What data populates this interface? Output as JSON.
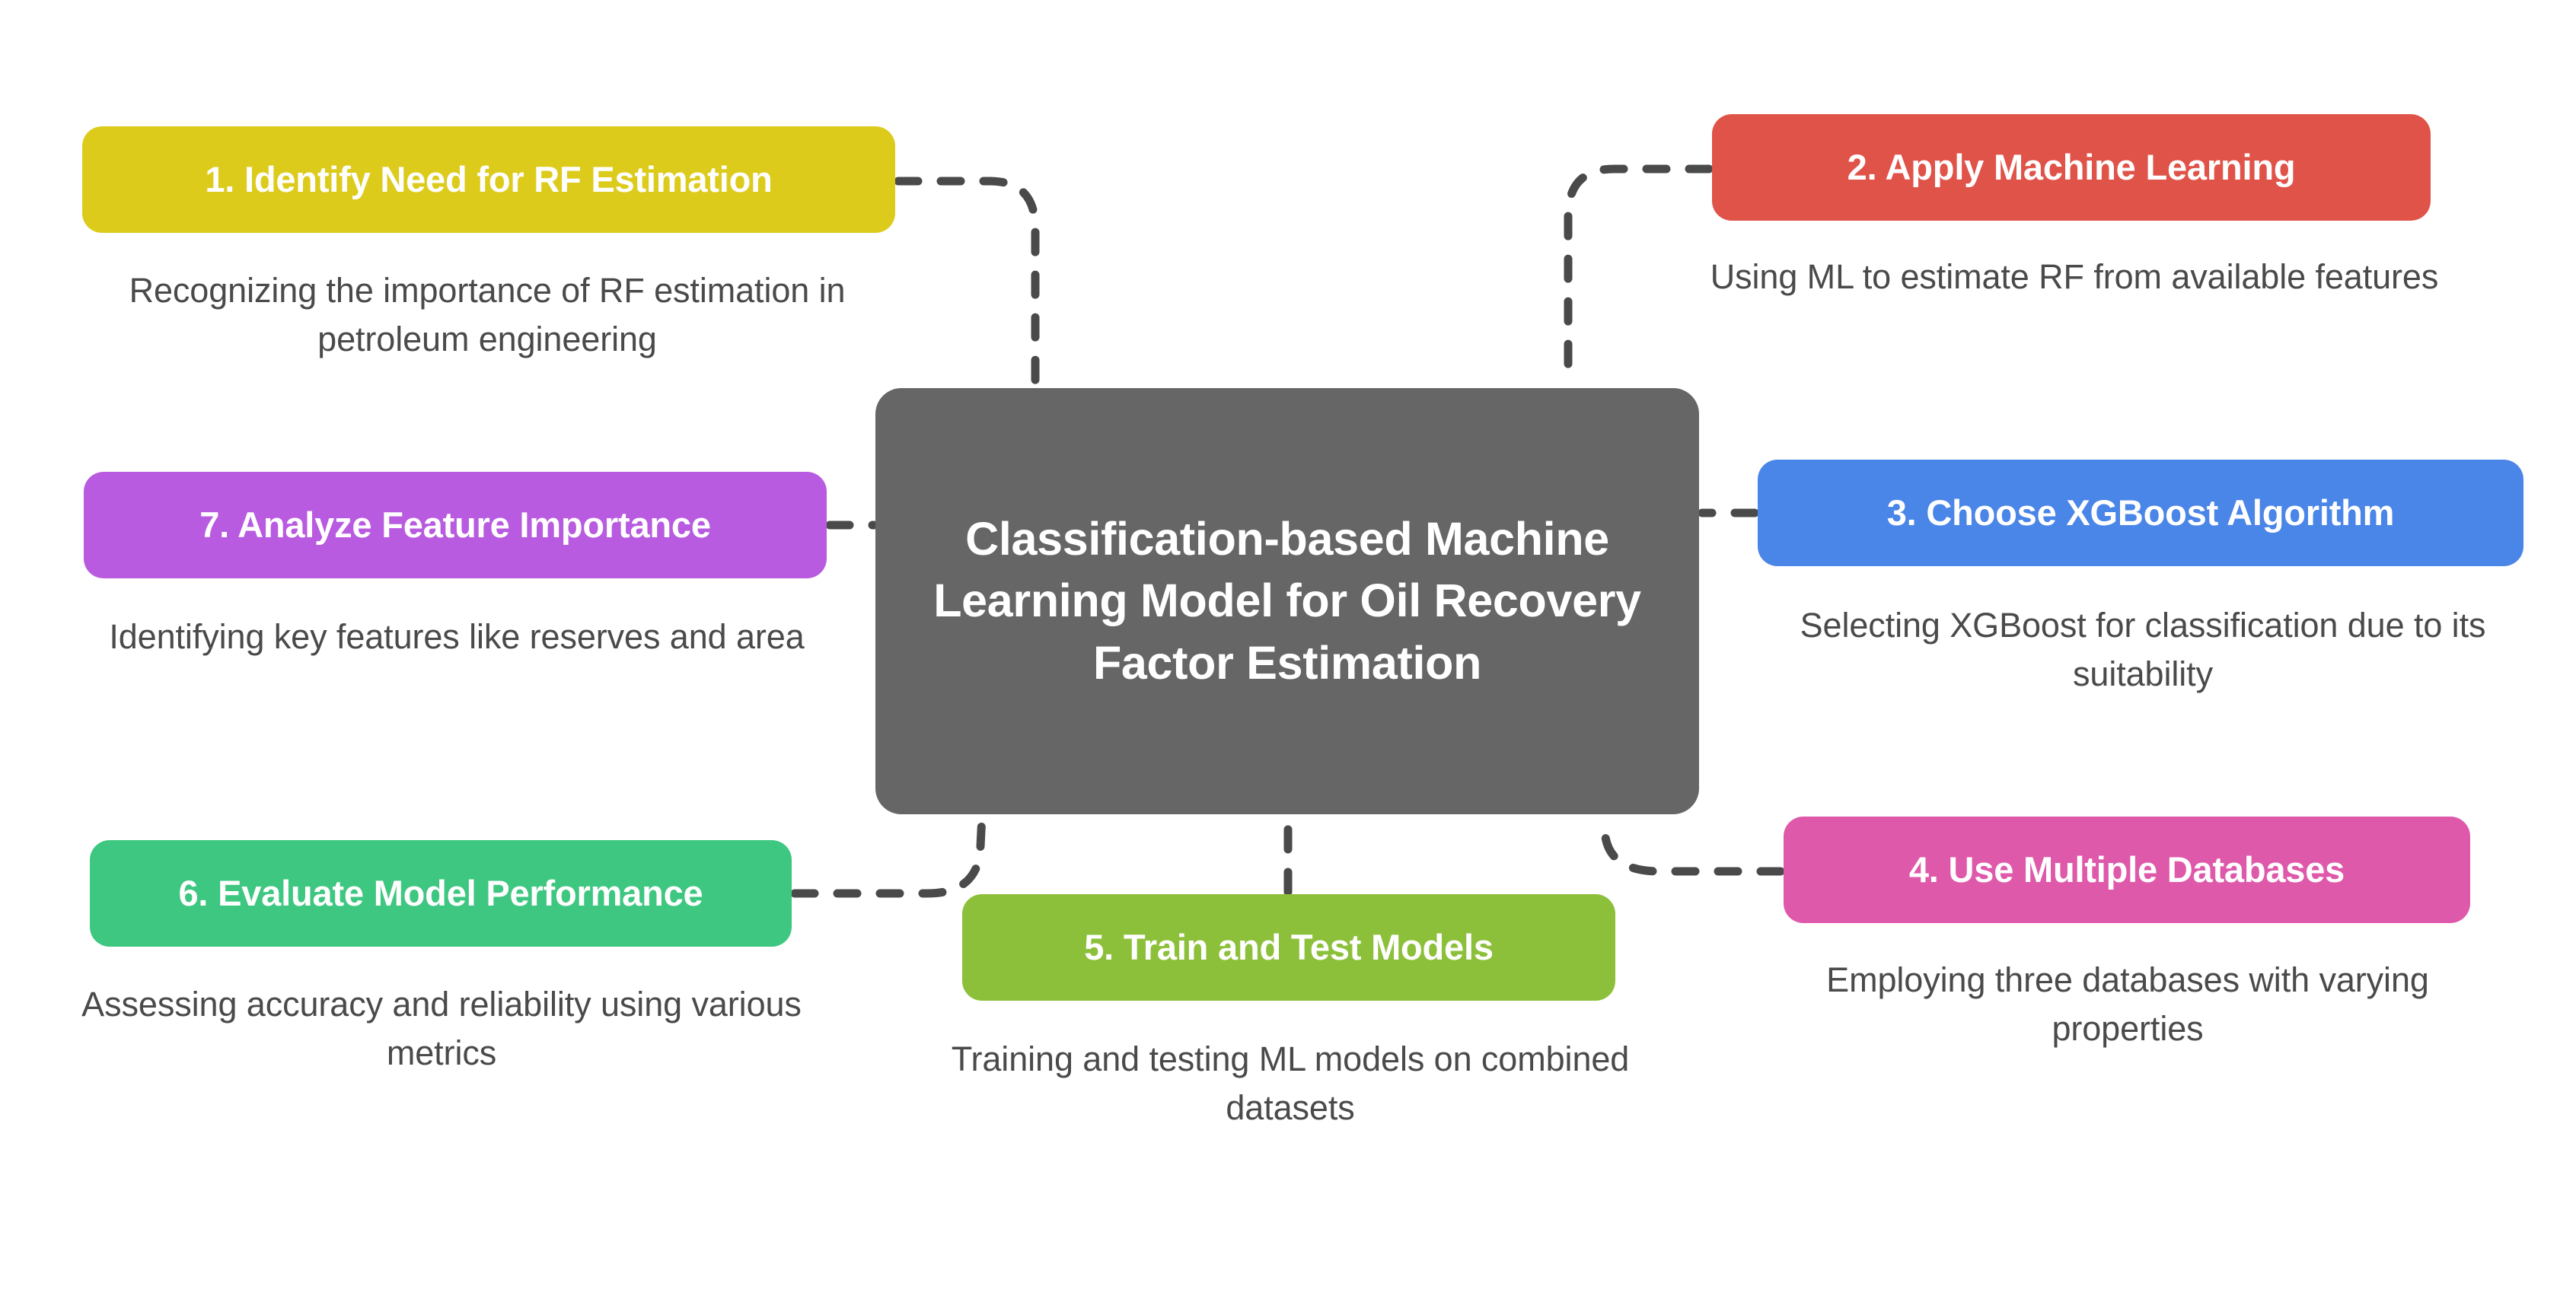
{
  "diagram": {
    "type": "mind-map",
    "background_color": "#FFFFFF",
    "connector_color": "#4A4A4A",
    "connector_style": "dashed-curved",
    "center": {
      "id": "center",
      "title": "Classification-based Machine Learning Model for Oil Recovery Factor Estimation",
      "color": "#666666",
      "text_color": "#FFFFFF"
    },
    "branches": [
      {
        "id": "node-1",
        "label": "1. Identify Need for RF Estimation",
        "description": "Recognizing the importance of RF estimation in petroleum engineering",
        "color": "#DDCB1C",
        "text_color": "#FFFFFF",
        "position": "top-left"
      },
      {
        "id": "node-2",
        "label": "2. Apply Machine Learning",
        "description": "Using ML to estimate RF from available features",
        "color": "#E05349",
        "text_color": "#FFFFFF",
        "position": "top-right"
      },
      {
        "id": "node-3",
        "label": "3. Choose XGBoost Algorithm",
        "description": "Selecting XGBoost for classification due to its suitability",
        "color": "#4A85E8",
        "text_color": "#FFFFFF",
        "position": "middle-right"
      },
      {
        "id": "node-4",
        "label": "4. Use Multiple Databases",
        "description": "Employing three databases with varying properties",
        "color": "#DF59AB",
        "text_color": "#FFFFFF",
        "position": "bottom-right"
      },
      {
        "id": "node-5",
        "label": "5. Train and Test Models",
        "description": "Training and testing ML models on combined datasets",
        "color": "#8DC03A",
        "text_color": "#FFFFFF",
        "position": "bottom-center"
      },
      {
        "id": "node-6",
        "label": "6. Evaluate Model Performance",
        "description": "Assessing accuracy and reliability using various metrics",
        "color": "#3EC780",
        "text_color": "#FFFFFF",
        "position": "bottom-left"
      },
      {
        "id": "node-7",
        "label": "7. Analyze Feature Importance",
        "description": "Identifying key features like reserves and area",
        "color": "#B85BE0",
        "text_color": "#FFFFFF",
        "position": "middle-left"
      }
    ]
  }
}
